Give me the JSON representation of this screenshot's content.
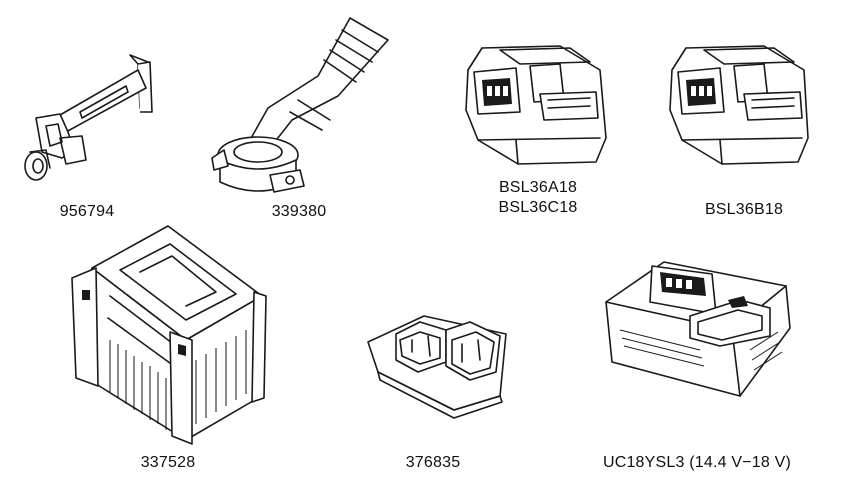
{
  "parts": [
    {
      "id": "bracket",
      "icon": "bracket-icon",
      "labels": [
        "956794"
      ]
    },
    {
      "id": "dust-nozzle",
      "icon": "dust-nozzle-icon",
      "labels": [
        "339380"
      ]
    },
    {
      "id": "battery-a",
      "icon": "battery-icon",
      "labels": [
        "BSL36A18",
        "BSL36C18"
      ]
    },
    {
      "id": "battery-b",
      "icon": "battery-icon",
      "labels": [
        "BSL36B18"
      ]
    },
    {
      "id": "case",
      "icon": "system-case-icon",
      "labels": [
        "337528"
      ]
    },
    {
      "id": "insert",
      "icon": "case-insert-icon",
      "labels": [
        "376835"
      ]
    },
    {
      "id": "charger",
      "icon": "charger-icon",
      "labels": [
        "UC18YSL3 (14.4 V−18 V)"
      ]
    }
  ]
}
